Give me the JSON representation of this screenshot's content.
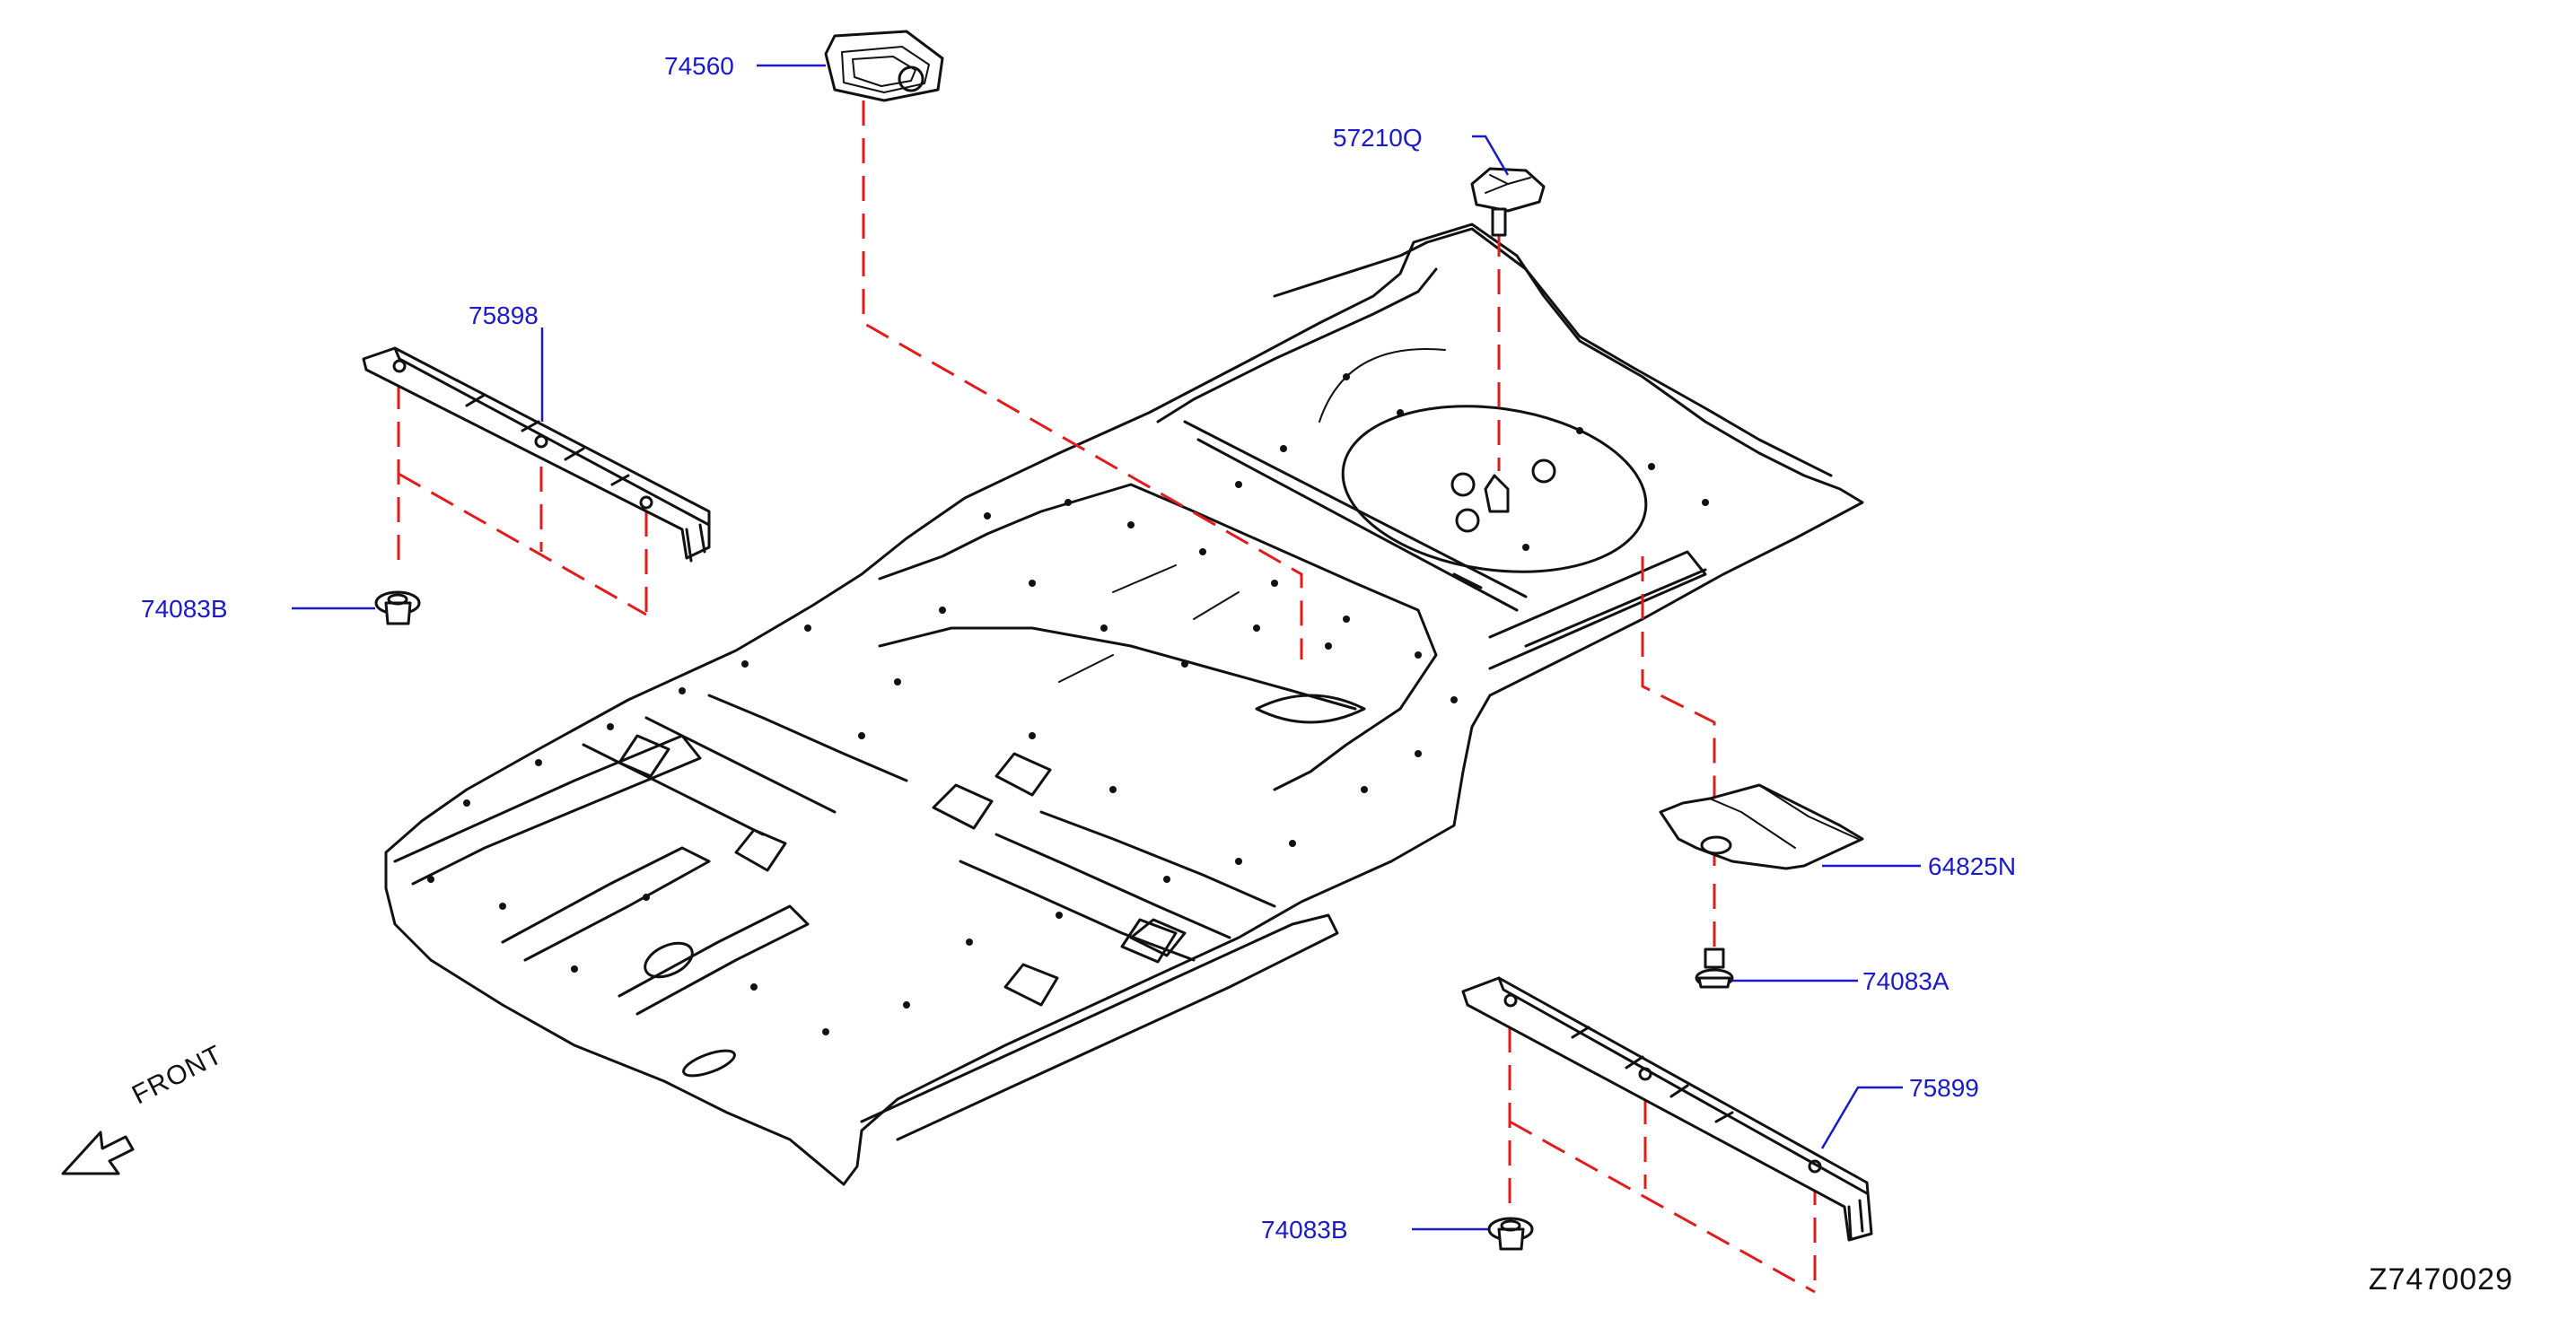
{
  "colors": {
    "label": "#1a1acc",
    "leader": "#1a1acc",
    "dash": "#e21b1b",
    "outline": "#111111"
  },
  "parts": {
    "p74560": "74560",
    "p57210Q": "57210Q",
    "p75898": "75898",
    "p74083B_top": "74083B",
    "p64825N": "64825N",
    "p74083A": "74083A",
    "p75899": "75899",
    "p74083B_bottom": "74083B"
  },
  "direction_label": "FRONT",
  "diagram_code": "Z7470029"
}
